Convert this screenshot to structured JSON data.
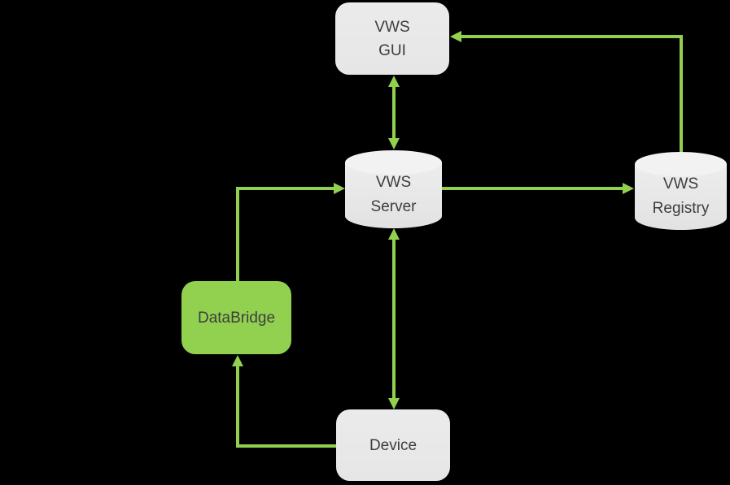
{
  "nodes": {
    "gui": {
      "line1": "VWS",
      "line2": "GUI"
    },
    "server": {
      "line1": "VWS",
      "line2": "Server"
    },
    "registry": {
      "line1": "VWS",
      "line2": "Registry"
    },
    "databridge": {
      "label": "DataBridge"
    },
    "device": {
      "label": "Device"
    }
  },
  "edges": [
    {
      "from": "VWS GUI",
      "to": "VWS Server",
      "direction": "two-way"
    },
    {
      "from": "VWS Registry",
      "to": "VWS GUI",
      "direction": "one-way"
    },
    {
      "from": "VWS Server",
      "to": "VWS Registry",
      "direction": "one-way"
    },
    {
      "from": "DataBridge",
      "to": "VWS Server",
      "direction": "one-way"
    },
    {
      "from": "VWS Server",
      "to": "Device",
      "direction": "two-way"
    },
    {
      "from": "Device",
      "to": "DataBridge",
      "direction": "one-way"
    }
  ],
  "colors": {
    "background": "#000000",
    "arrow_green": "#92d050",
    "databridge_fill": "#92d050",
    "node_gray": "#e8e8e8",
    "cylinder_top": "#f1f2f1",
    "label_text": "#3d3d3d"
  }
}
